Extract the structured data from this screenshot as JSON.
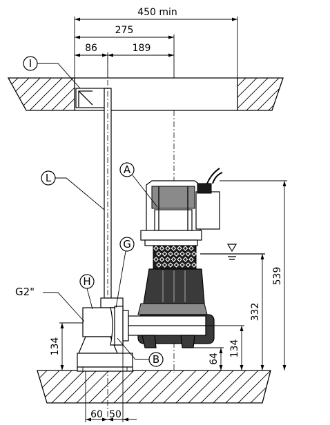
{
  "dimensions": {
    "d450": "450 min",
    "d275": "275",
    "d86": "86",
    "d189": "189",
    "d539": "539",
    "d332": "332",
    "d134_left": "134",
    "d134_right": "134",
    "d64": "64",
    "d60": "60",
    "d50": "50"
  },
  "callouts": {
    "I": "I",
    "L": "L",
    "A": "A",
    "G": "G",
    "H": "H",
    "B": "B",
    "thread": "G2\""
  }
}
